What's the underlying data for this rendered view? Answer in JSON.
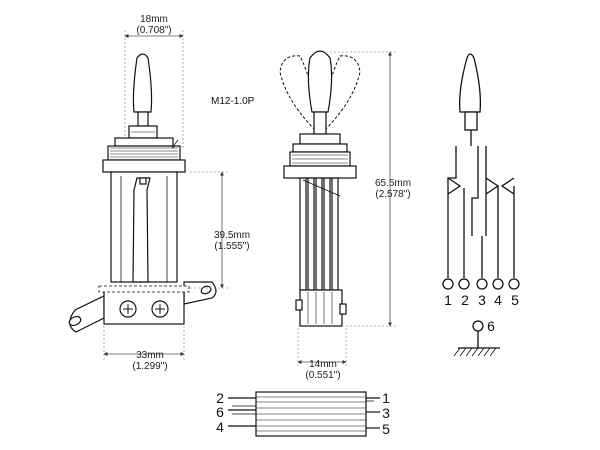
{
  "front_view": {
    "model": "M12-1.0P",
    "top_width": {
      "mm": "18mm",
      "in": "(0.708\")"
    },
    "body_height": {
      "mm": "39.5mm",
      "in": "(1.555\")"
    },
    "bottom_width": {
      "mm": "33mm",
      "in": "(1.299\")"
    }
  },
  "side_view": {
    "total_height": {
      "mm": "65.5mm",
      "in": "(2.578\")"
    },
    "base_width": {
      "mm": "14mm",
      "in": "(0.551\")"
    }
  },
  "schematic": {
    "pins": [
      "1",
      "2",
      "3",
      "4",
      "5"
    ],
    "ground_pin": "6"
  },
  "bottom_view": {
    "left_labels": [
      "2",
      "6",
      "4"
    ],
    "right_labels": [
      "1",
      "3",
      "5"
    ]
  }
}
